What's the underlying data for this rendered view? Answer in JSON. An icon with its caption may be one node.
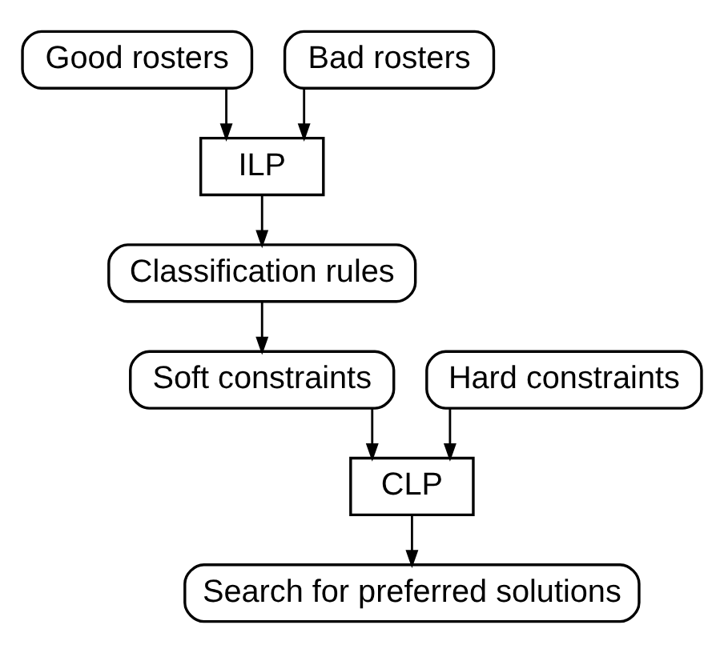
{
  "diagram": {
    "nodes": [
      {
        "text": [
          "Good rosters"
        ]
      },
      {
        "text": [
          "Bad rosters"
        ]
      },
      {
        "text": [
          "ILP"
        ]
      },
      {
        "text": [
          "Classification rules"
        ]
      },
      {
        "text": [
          "Hard constraints"
        ]
      },
      {
        "text": [
          "Soft constraints"
        ]
      },
      {
        "text": [
          "CLP"
        ]
      },
      {
        "text": [
          "Search for preferred solutions"
        ]
      }
    ],
    "edges": [
      {
        "from": 0,
        "to": 2,
        "arrow": "to"
      },
      {
        "from": 1,
        "to": 2,
        "arrow": "to"
      },
      {
        "from": 2,
        "to": 3,
        "arrow": "to"
      },
      {
        "from": 3,
        "to": 5,
        "arrow": "to"
      },
      {
        "from": 4,
        "to": 6,
        "arrow": "to"
      },
      {
        "from": 5,
        "to": 6,
        "arrow": "to"
      },
      {
        "from": 6,
        "to": 7,
        "arrow": "to"
      }
    ]
  }
}
